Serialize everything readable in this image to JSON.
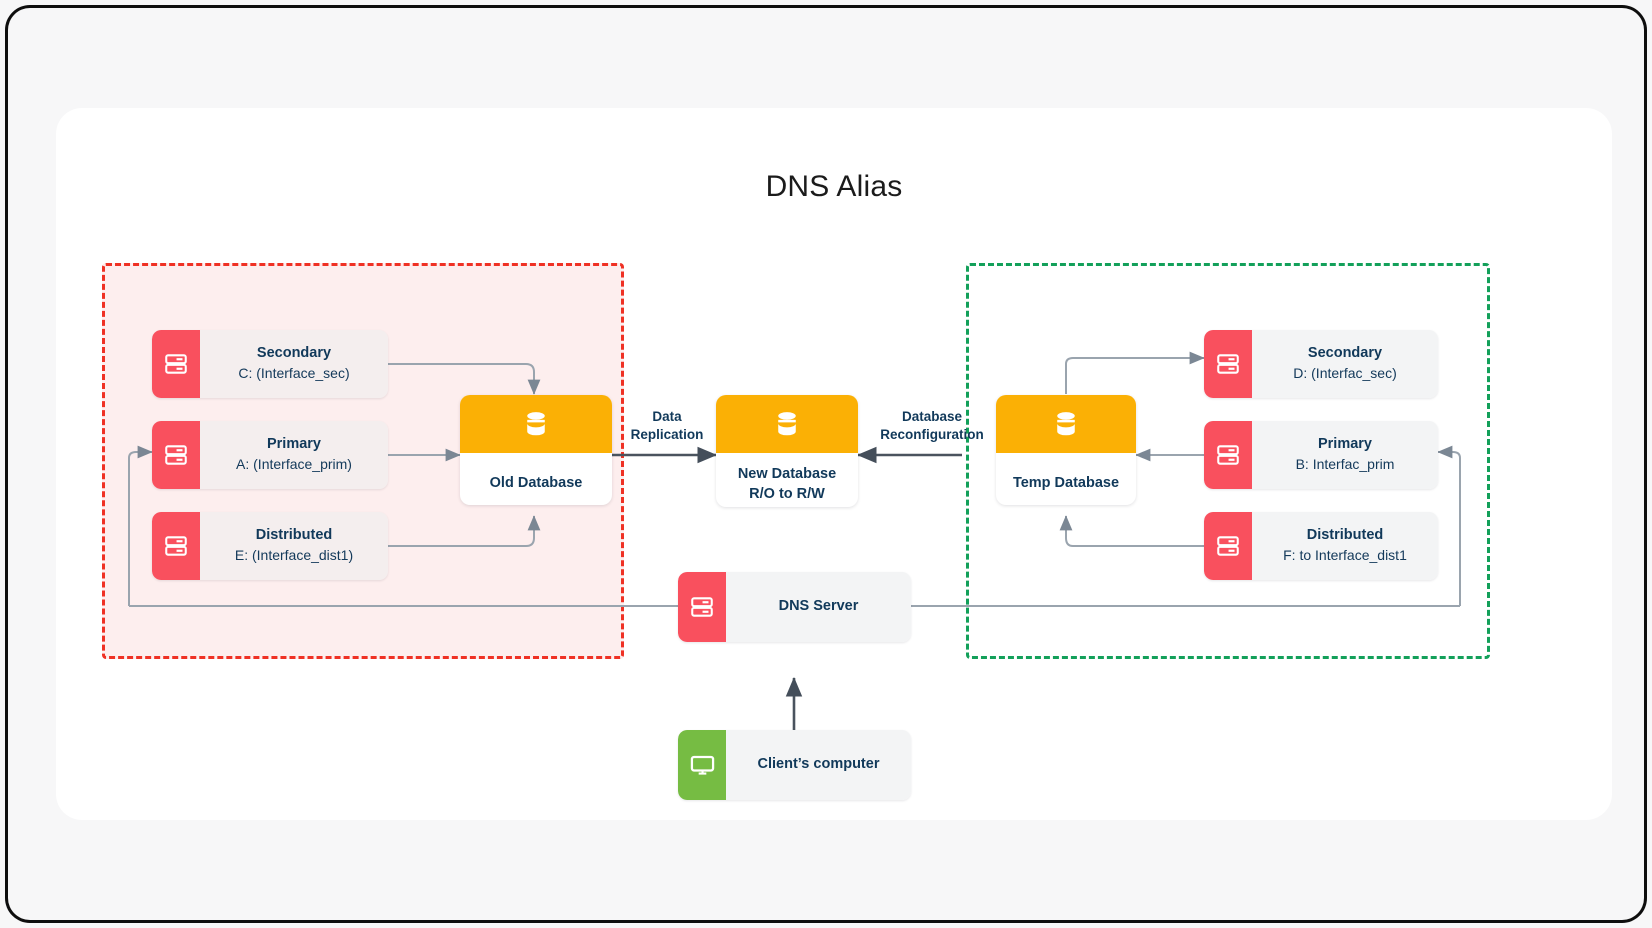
{
  "diagram": {
    "title": "DNS Alias",
    "type": "architecture-flow",
    "groups": [
      {
        "name": "source-environment",
        "style": "red-dashed",
        "color": "#ef3124",
        "fill": "#fdeeee"
      },
      {
        "name": "target-environment",
        "style": "green-dashed",
        "color": "#13a05a",
        "fill": "transparent"
      }
    ],
    "left_group": {
      "nodes": [
        {
          "icon": "server-icon",
          "title": "Secondary",
          "subtitle": "C: (Interface_sec)"
        },
        {
          "icon": "server-icon",
          "title": "Primary",
          "subtitle": "A: (Interface_prim)"
        },
        {
          "icon": "server-icon",
          "title": "Distributed",
          "subtitle": "E: (Interface_dist1)"
        }
      ],
      "database": {
        "icon": "database-icon",
        "label_line1": "Old Database",
        "label_line2": ""
      }
    },
    "center": {
      "database": {
        "icon": "database-icon",
        "label_line1": "New Database",
        "label_line2": "R/O to R/W"
      }
    },
    "right_group": {
      "nodes": [
        {
          "icon": "server-icon",
          "title": "Secondary",
          "subtitle": "D: (Interfac_sec)"
        },
        {
          "icon": "server-icon",
          "title": "Primary",
          "subtitle": "B: Interfac_prim"
        },
        {
          "icon": "server-icon",
          "title": "Distributed",
          "subtitle": "F:  to Interface_dist1"
        }
      ],
      "database": {
        "icon": "database-icon",
        "label_line1": "Temp Database",
        "label_line2": ""
      }
    },
    "bottom": {
      "dns_server": {
        "icon": "server-icon",
        "label": "DNS Server"
      },
      "client": {
        "icon": "monitor-icon",
        "label": "Client’s computer"
      }
    },
    "edge_labels": {
      "data_replication_line1": "Data",
      "data_replication_line2": "Replication",
      "reconfiguration_line1": "Database",
      "reconfiguration_line2": "Reconfiguration"
    },
    "colors": {
      "server_icon": "#f9505e",
      "client_icon": "#76bc43",
      "database_header": "#fbb005",
      "text": "#11395a",
      "group_red": "#ef3124",
      "group_green": "#13a05a",
      "edge": "#6b7280"
    }
  }
}
